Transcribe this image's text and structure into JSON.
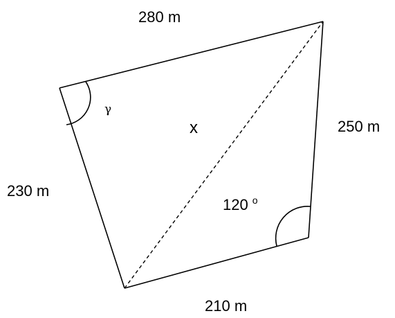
{
  "diagram": {
    "side_top": "280 m",
    "side_right": "250 m",
    "side_left": "230 m",
    "side_bottom": "210 m",
    "diagonal_label": "x",
    "angle_top_left": "γ",
    "angle_bottom_right_value": "120",
    "angle_bottom_right_unit": "o"
  },
  "colors": {
    "stroke": "#000000",
    "background": "#ffffff"
  }
}
